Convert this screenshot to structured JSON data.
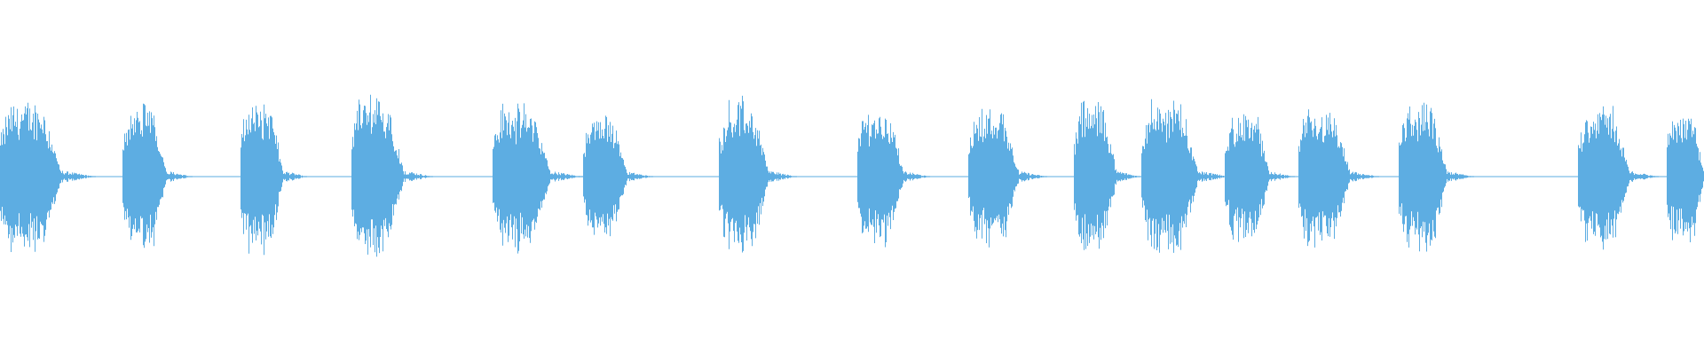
{
  "waveform": {
    "color": "#5dade2",
    "background": "#ffffff",
    "bursts": [
      {
        "start": 0.0,
        "end": 0.036,
        "peak": 0.2
      },
      {
        "start": 0.072,
        "end": 0.098,
        "peak": 0.19
      },
      {
        "start": 0.141,
        "end": 0.166,
        "peak": 0.2
      },
      {
        "start": 0.206,
        "end": 0.237,
        "peak": 0.21
      },
      {
        "start": 0.289,
        "end": 0.323,
        "peak": 0.19
      },
      {
        "start": 0.342,
        "end": 0.368,
        "peak": 0.16
      },
      {
        "start": 0.422,
        "end": 0.451,
        "peak": 0.2
      },
      {
        "start": 0.503,
        "end": 0.53,
        "peak": 0.18
      },
      {
        "start": 0.568,
        "end": 0.598,
        "peak": 0.18
      },
      {
        "start": 0.63,
        "end": 0.655,
        "peak": 0.2
      },
      {
        "start": 0.67,
        "end": 0.703,
        "peak": 0.2
      },
      {
        "start": 0.719,
        "end": 0.745,
        "peak": 0.17
      },
      {
        "start": 0.762,
        "end": 0.792,
        "peak": 0.18
      },
      {
        "start": 0.821,
        "end": 0.849,
        "peak": 0.19
      },
      {
        "start": 0.926,
        "end": 0.956,
        "peak": 0.19
      },
      {
        "start": 0.978,
        "end": 1.0,
        "peak": 0.18
      }
    ]
  }
}
